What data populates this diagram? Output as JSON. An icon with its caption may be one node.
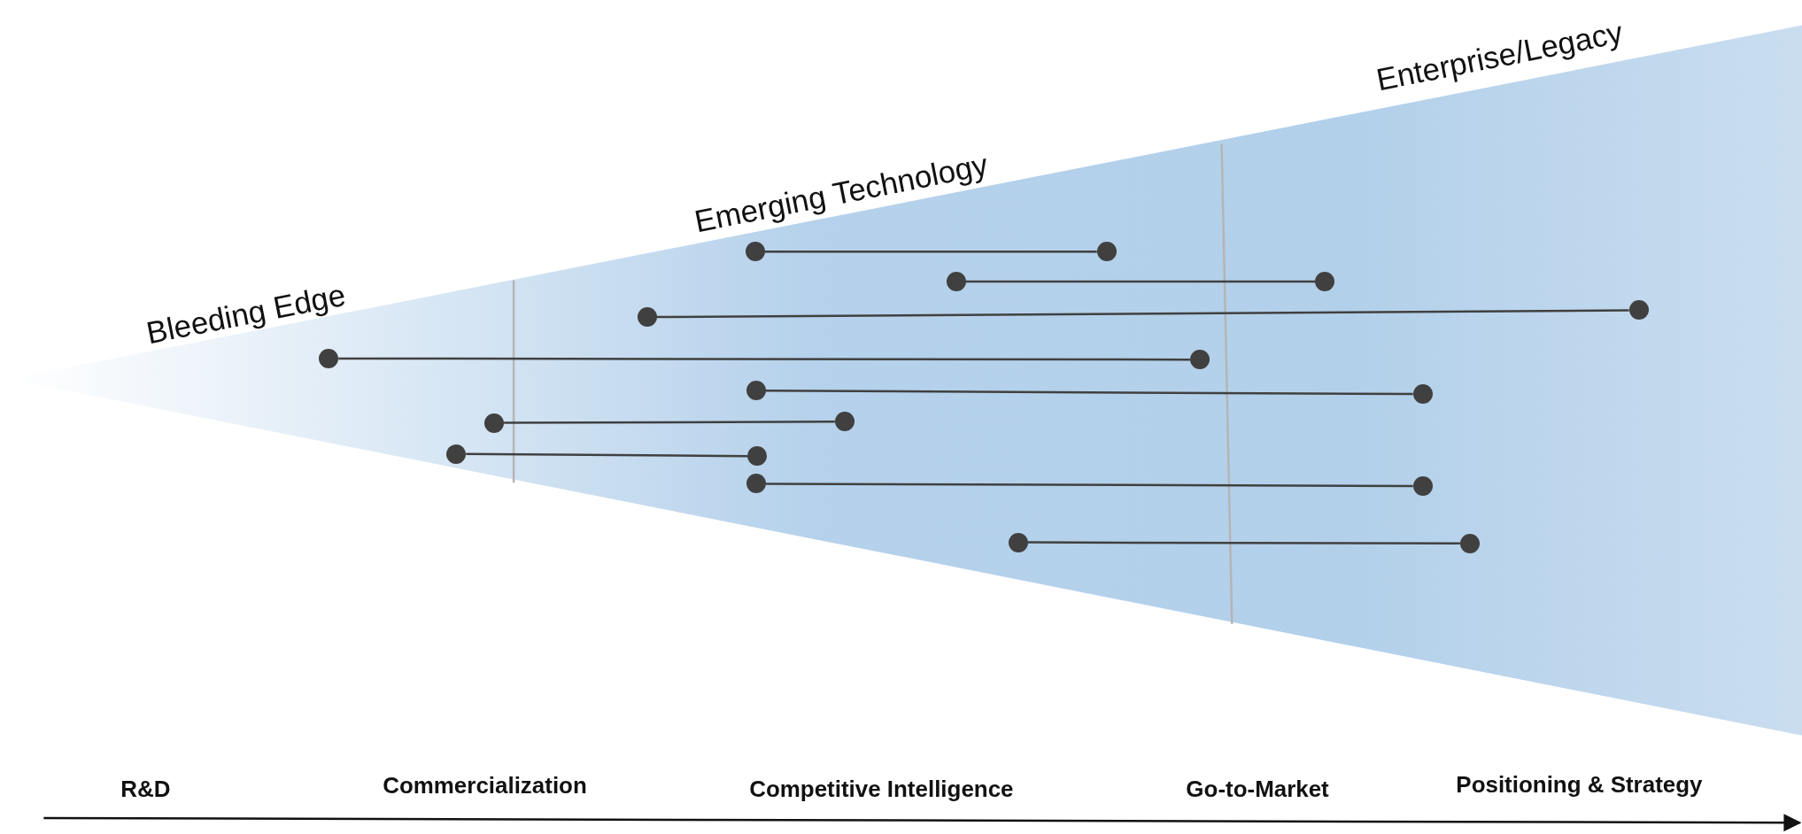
{
  "diagram": {
    "nodes": [
      {
        "text": [],
        "shape": "circle"
      },
      {
        "text": [],
        "shape": "circle"
      },
      {
        "text": [],
        "shape": "circle"
      },
      {
        "text": [],
        "shape": "circle"
      },
      {
        "text": [],
        "shape": "circle"
      },
      {
        "text": [],
        "shape": "circle"
      },
      {
        "text": [],
        "shape": "circle"
      },
      {
        "text": [],
        "shape": "circle"
      },
      {
        "text": [],
        "shape": "circle"
      },
      {
        "text": [],
        "shape": "circle"
      },
      {
        "text": [],
        "shape": "circle"
      },
      {
        "text": [],
        "shape": "circle"
      },
      {
        "text": [],
        "shape": "circle"
      },
      {
        "text": [],
        "shape": "circle"
      },
      {
        "text": [],
        "shape": "circle"
      },
      {
        "text": [],
        "shape": "circle"
      },
      {
        "text": [],
        "shape": "circle"
      },
      {
        "text": [],
        "shape": "circle"
      }
    ],
    "edges": [
      {
        "from": 0,
        "to": 1,
        "arrow": "none"
      },
      {
        "from": 2,
        "to": 3,
        "arrow": "none"
      },
      {
        "from": 4,
        "to": 5,
        "arrow": "none"
      },
      {
        "from": 6,
        "to": 7,
        "arrow": "none"
      },
      {
        "from": 8,
        "to": 9,
        "arrow": "none"
      },
      {
        "from": 10,
        "to": 11,
        "arrow": "none"
      },
      {
        "from": 12,
        "to": 13,
        "arrow": "none"
      },
      {
        "from": 14,
        "to": 15,
        "arrow": "none"
      },
      {
        "from": 16,
        "to": 17,
        "arrow": "none"
      }
    ],
    "labels": [
      "Enterprise/Legacy",
      "Emerging Technology",
      "Bleeding Edge",
      "R&D",
      "Commercialization",
      "Competitive Intelligence",
      "Go-to-Market",
      "Positioning & Strategy"
    ]
  }
}
